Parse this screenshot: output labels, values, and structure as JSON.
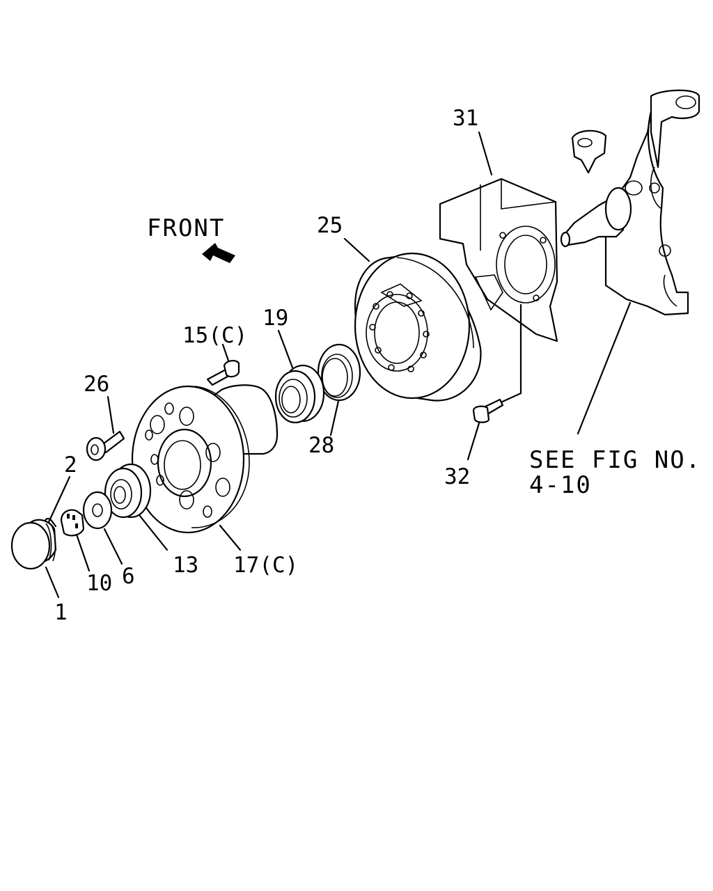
{
  "diagram": {
    "front_label": "FRONT",
    "see_fig_line1": "SEE FIG NO.",
    "see_fig_line2": "4-10",
    "callouts": {
      "p1": "1",
      "p2": "2",
      "p6": "6",
      "p10": "10",
      "p13": "13",
      "p15": "15(C)",
      "p17": "17(C)",
      "p19": "19",
      "p25": "25",
      "p26": "26",
      "p28": "28",
      "p31": "31",
      "p32": "32"
    }
  }
}
